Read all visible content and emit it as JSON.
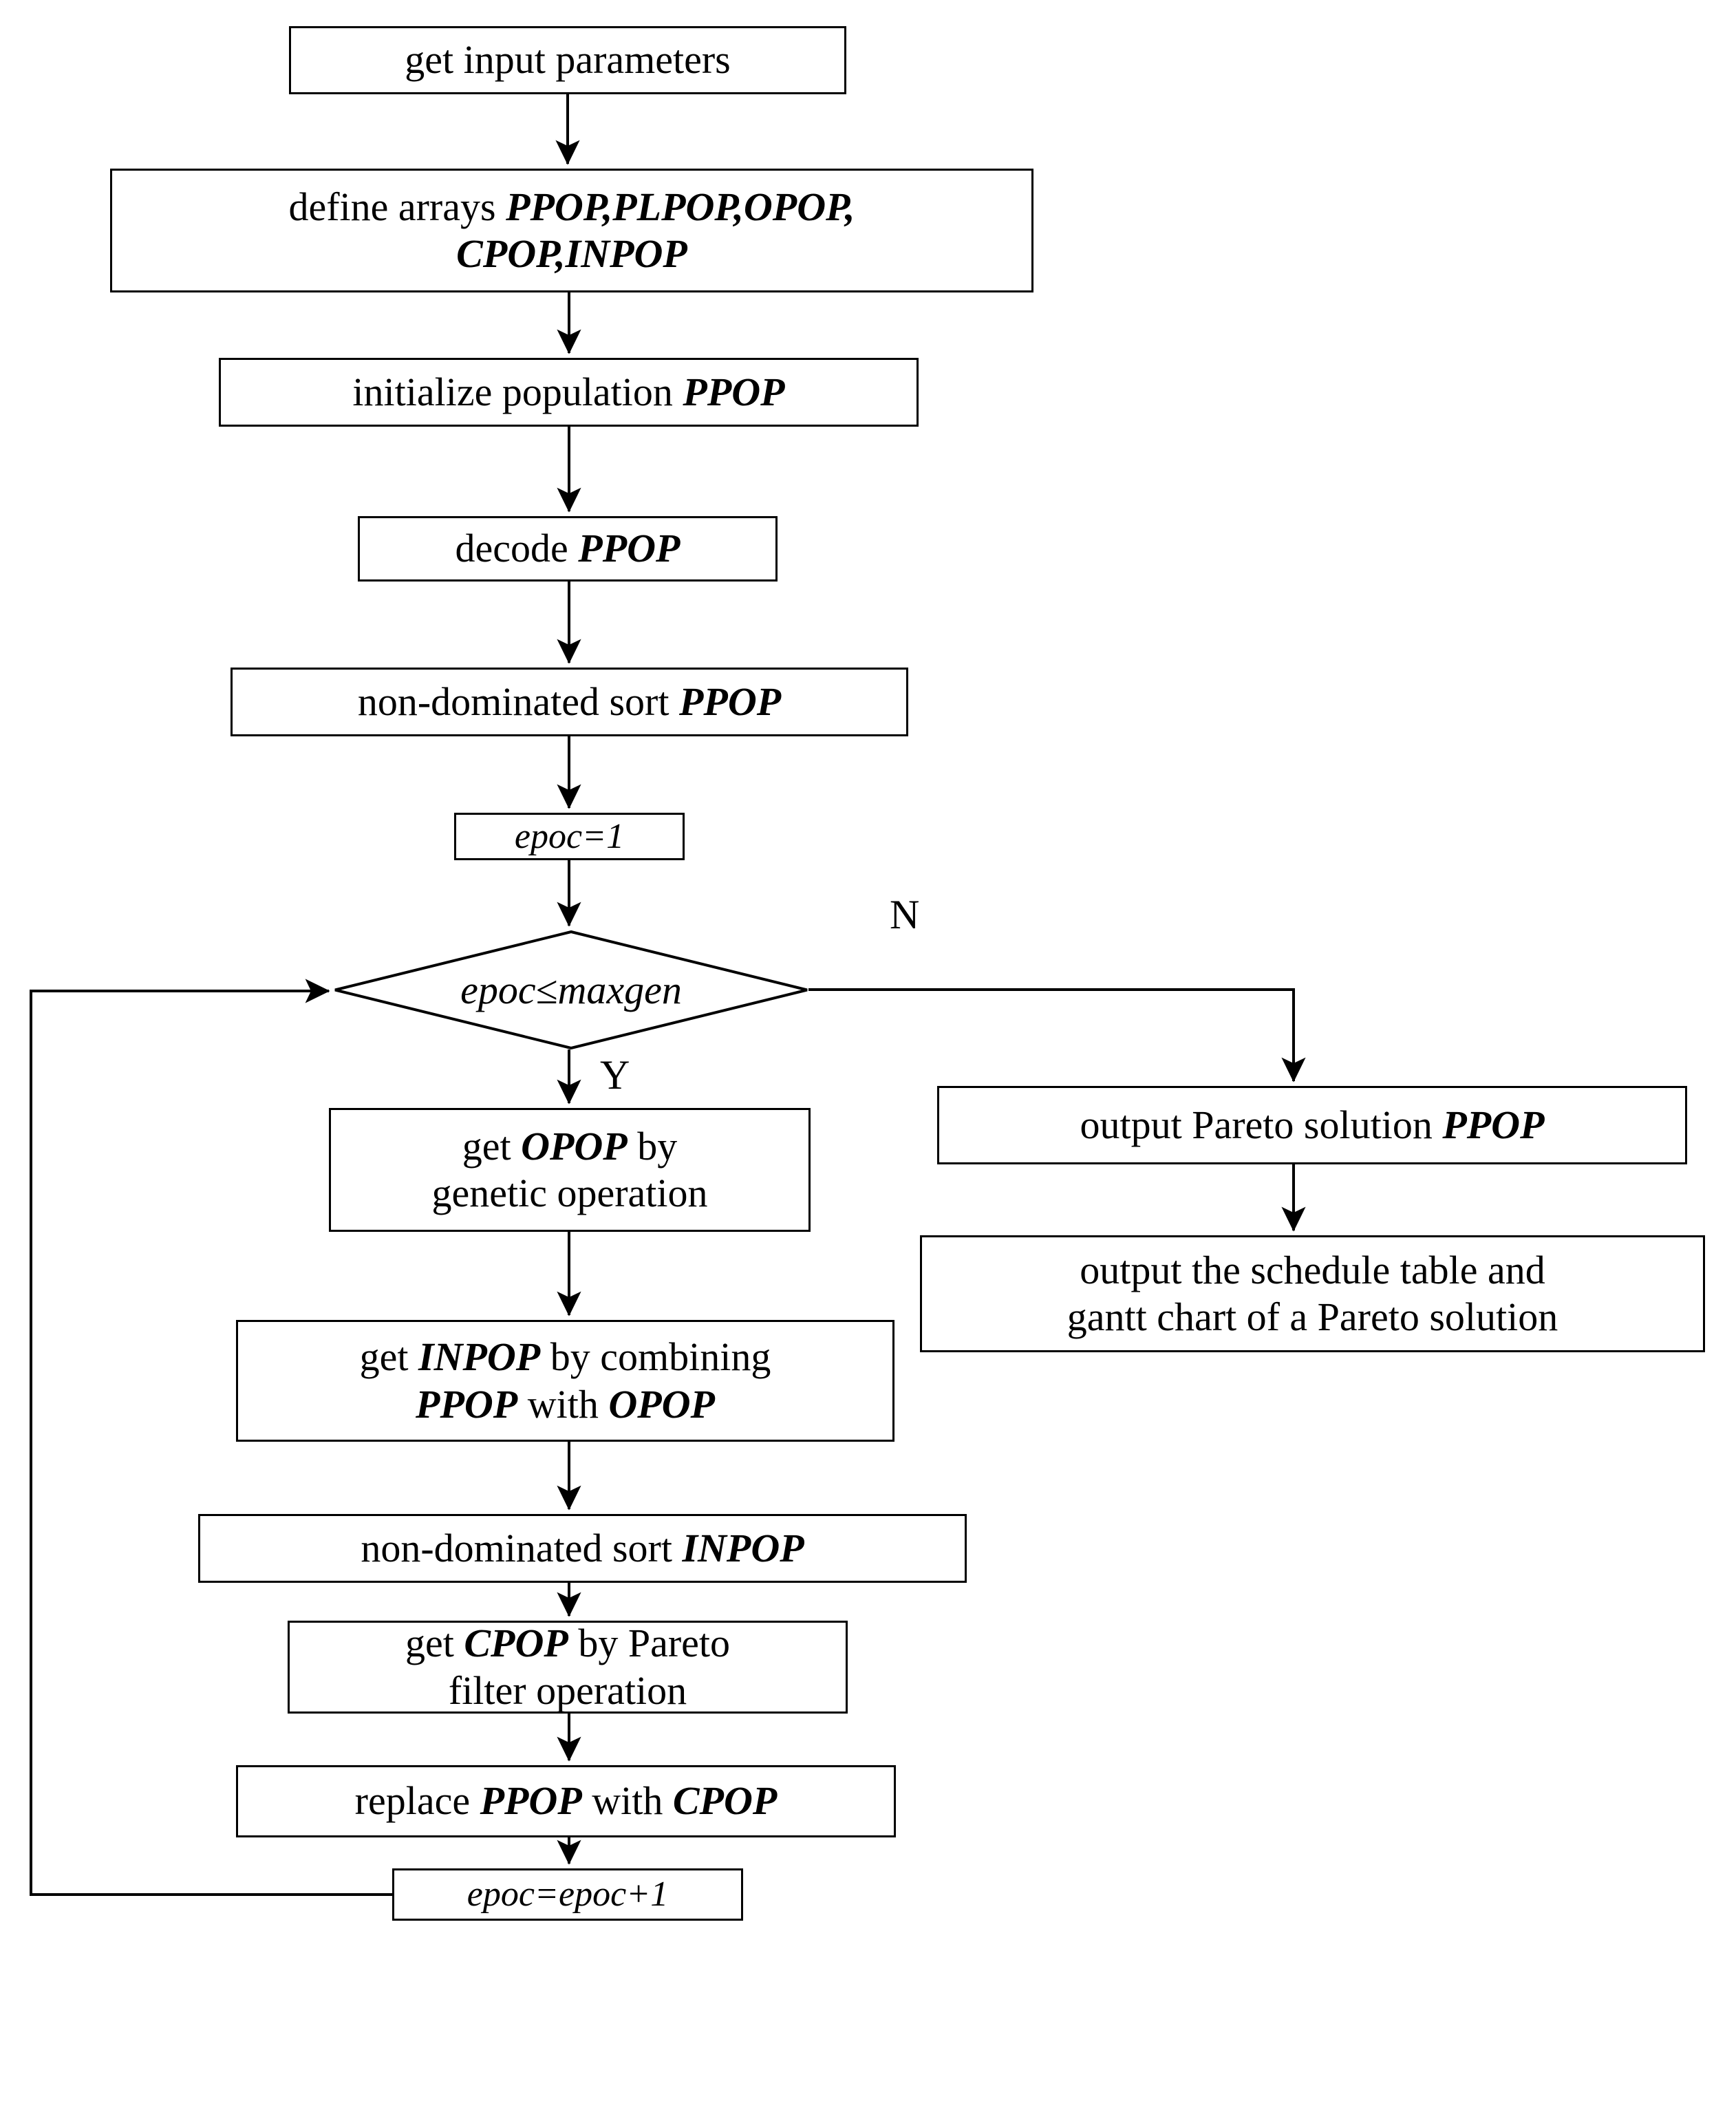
{
  "diagram": {
    "type": "flowchart",
    "title": "NSGA-II style multi-objective scheduling algorithm flowchart",
    "colors": {
      "background": "#ffffff",
      "stroke": "#000000",
      "fill": "#ffffff"
    },
    "nodes": [
      {
        "id": "n1",
        "shape": "process",
        "text": "get input parameters"
      },
      {
        "id": "n2",
        "shape": "process",
        "line1_plain": "define arrays ",
        "line1_var": "PPOP,PLPOP,OPOP,",
        "line2_var": "CPOP,INPOP"
      },
      {
        "id": "n3",
        "shape": "process",
        "plain": "initialize population ",
        "var": "PPOP"
      },
      {
        "id": "n4",
        "shape": "process",
        "plain": "decode ",
        "var": "PPOP"
      },
      {
        "id": "n5",
        "shape": "process",
        "plain": "non-dominated sort ",
        "var": "PPOP"
      },
      {
        "id": "n6",
        "shape": "process",
        "text": "epoc=1"
      },
      {
        "id": "n7",
        "shape": "decision",
        "text": "epoc≤maxgen"
      },
      {
        "id": "n8",
        "shape": "process",
        "line1_plain": "get ",
        "line1_var": "OPOP",
        "line1_tail": " by",
        "line2_plain": "genetic operation"
      },
      {
        "id": "n9",
        "shape": "process",
        "line1_plain": "get ",
        "line1_var": "INPOP",
        "line1_tail": " by combining",
        "line2_var_a": "PPOP",
        "line2_mid": " with ",
        "line2_var_b": "OPOP"
      },
      {
        "id": "n10",
        "shape": "process",
        "plain": "non-dominated sort ",
        "var": "INPOP"
      },
      {
        "id": "n11",
        "shape": "process",
        "line1_plain": "get ",
        "line1_var": "CPOP",
        "line1_tail": " by Pareto",
        "line2_plain": "filter operation"
      },
      {
        "id": "n12",
        "shape": "process",
        "line1_plain": "replace ",
        "line1_var": "PPOP",
        "line1_mid": " with ",
        "line1_var_b": "CPOP"
      },
      {
        "id": "n13",
        "shape": "process",
        "text": "epoc=epoc+1"
      },
      {
        "id": "n14",
        "shape": "process",
        "plain": "output Pareto solution ",
        "var": "PPOP"
      },
      {
        "id": "n15",
        "shape": "process",
        "line1_plain": "output the schedule table and",
        "line2_plain": "gantt chart of a Pareto solution"
      }
    ],
    "edge_labels": {
      "no": "N",
      "yes": "Y"
    }
  }
}
